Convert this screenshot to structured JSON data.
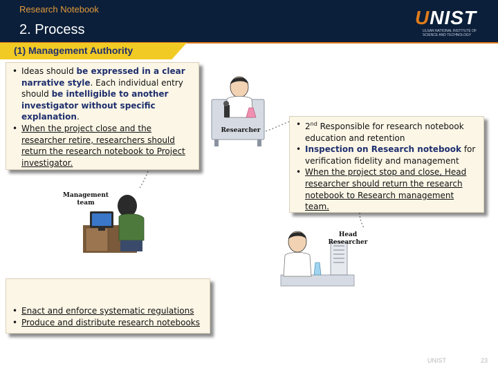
{
  "header": {
    "subtitle": "Research Notebook",
    "title": "2. Process",
    "logo": "UNIST",
    "logo_tagline": "ULSAN NATIONAL INSTITUTE OF SCIENCE AND TECHNOLOGY"
  },
  "section": {
    "heading": "(1) Management Authority"
  },
  "researcher_box": {
    "bullet1": {
      "pre": "Ideas should ",
      "bold1": "be expressed in a clear narrative style",
      "mid1": ". Each individual entry should ",
      "bold2": "be intelligible to another investigator without specific explanation",
      "post": "."
    },
    "bullet2": "When the project close and the researcher retire, researchers  should return the research notebook to Project investigator."
  },
  "head_box": {
    "bullet1_pre": "2",
    "bullet1_sup": "nd",
    "bullet1_post": " Responsible for research notebook education and retention",
    "bullet2_bold": "Inspection on Research notebook",
    "bullet2_post": " for verification fidelity and management",
    "bullet3": "When the project stop and close, Head researcher should return the research notebook to Research management team."
  },
  "management_box": {
    "bullet1": "Enact and enforce systematic regulations",
    "bullet2": "Produce and distribute research notebooks"
  },
  "figures": {
    "researcher": "Researcher",
    "management_line1": "Management",
    "management_line2": "team",
    "head_line1": "Head",
    "head_line2": "Researcher"
  },
  "footer": {
    "text": "UNIST",
    "page": "23"
  }
}
